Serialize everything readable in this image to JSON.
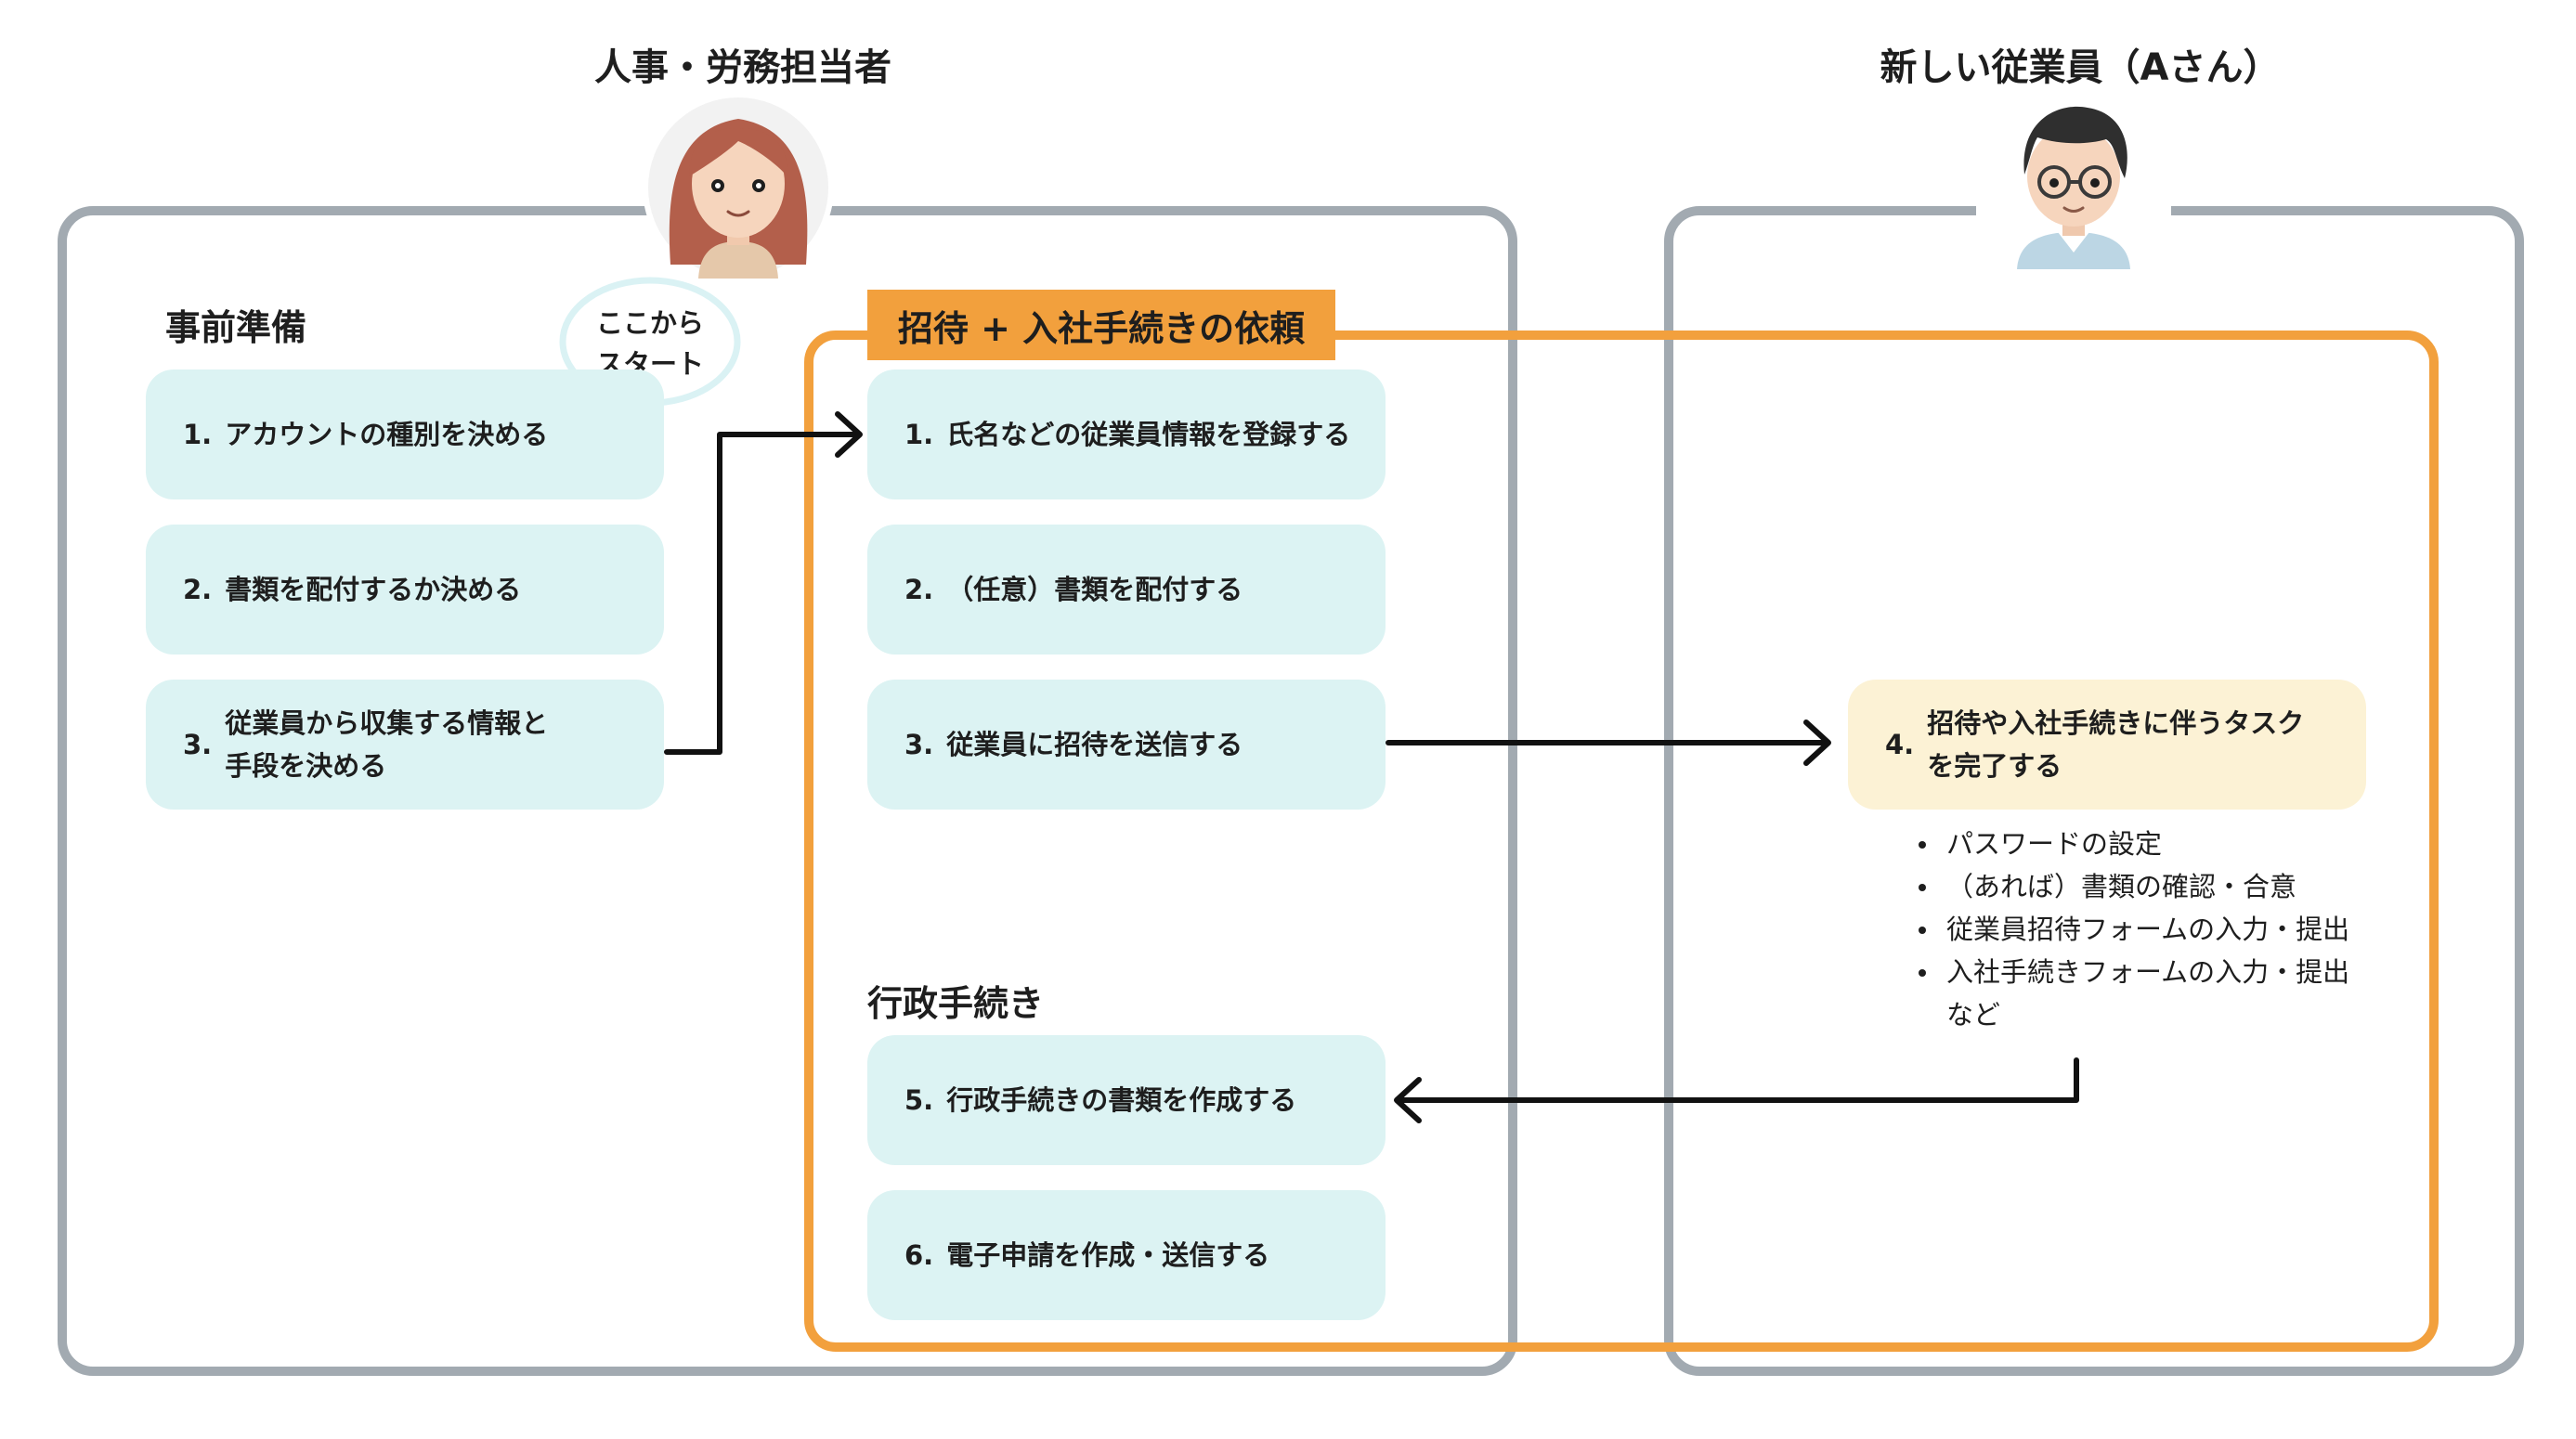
{
  "actors": {
    "hr": {
      "title": "人事・労務担当者",
      "avatar_icon": "woman-avatar-icon"
    },
    "employee": {
      "title": "新しい従業員（Aさん）",
      "avatar_icon": "man-with-glasses-avatar-icon"
    }
  },
  "prep": {
    "title": "事前準備",
    "bubble": "ここから\nスタート",
    "steps": [
      {
        "num": "1.",
        "text": "アカウントの種別を決める"
      },
      {
        "num": "2.",
        "text": "書類を配付するか決める"
      },
      {
        "num": "3.",
        "text": "従業員から収集する情報と\n手段を決める"
      }
    ]
  },
  "invite": {
    "title": "招待 + 入社手続きの依頼",
    "steps": [
      {
        "num": "1.",
        "text": "氏名などの従業員情報を登録する"
      },
      {
        "num": "2.",
        "text": "（任意）書類を配付する"
      },
      {
        "num": "3.",
        "text": "従業員に招待を送信する"
      }
    ]
  },
  "admin": {
    "title": "行政手続き",
    "steps": [
      {
        "num": "5.",
        "text": "行政手続きの書類を作成する"
      },
      {
        "num": "6.",
        "text": "電子申請を作成・送信する"
      }
    ]
  },
  "employee_task": {
    "num": "4.",
    "text": "招待や入社手続きに伴うタスク\nを完了する",
    "items": [
      "パスワードの設定",
      "（あれば）書類の確認・合意",
      "従業員招待フォームの入力・提出",
      "入社手続きフォームの入力・提出"
    ],
    "etc": "など"
  },
  "colors": {
    "frame_gray": "#a2aab1",
    "accent_orange": "#f2a03d",
    "step_cyan": "#dcf3f3",
    "step_yellow": "#fcf2d5"
  }
}
